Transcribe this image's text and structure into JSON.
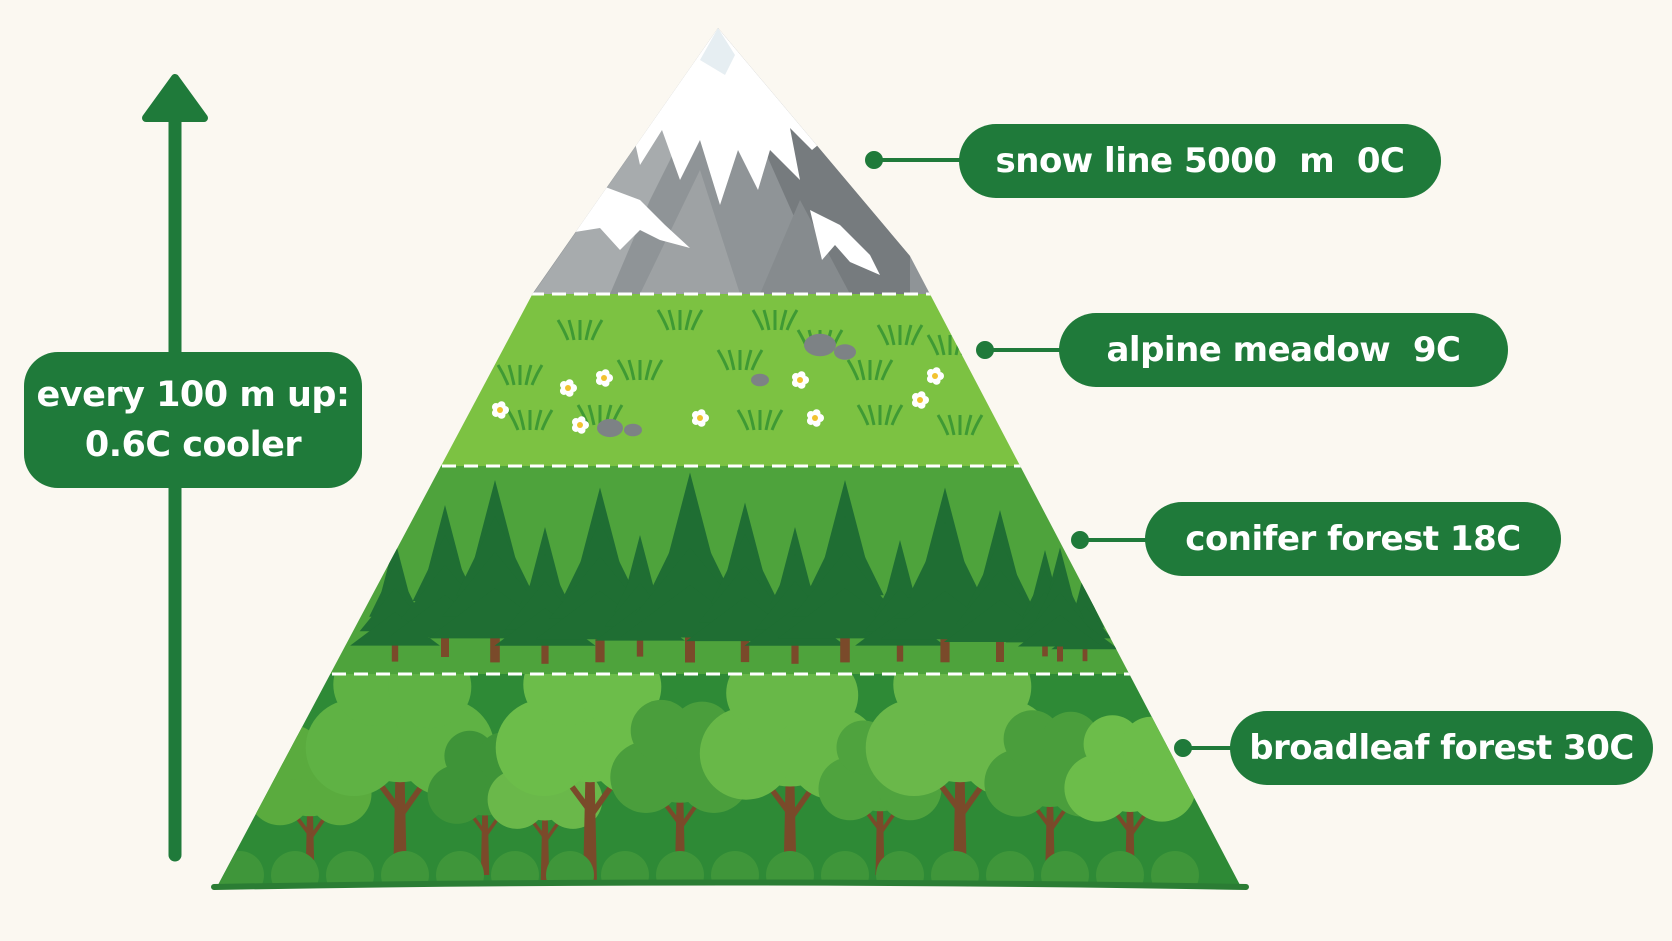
{
  "colors": {
    "background": "#fbf8f1",
    "label_green": "#1f7a3a",
    "rock": "#8f9497",
    "snow": "#ffffff",
    "meadow": "#7cc242",
    "conifer_zone": "#4ea33c",
    "broadleaf_zone": "#2e8a36"
  },
  "lapse_rate": {
    "line1": "every 100 m up:",
    "line2": "0.6C cooler"
  },
  "zones": [
    {
      "id": "snow",
      "label": "snow line 5000  m  0C",
      "icon": "snowcap-rock"
    },
    {
      "id": "meadow",
      "label": "alpine meadow  9C",
      "icon": "grass-flowers"
    },
    {
      "id": "conifer",
      "label": "conifer forest 18C",
      "icon": "pine-tree"
    },
    {
      "id": "broadleaf",
      "label": "broadleaf forest 30C",
      "icon": "round-tree"
    }
  ]
}
